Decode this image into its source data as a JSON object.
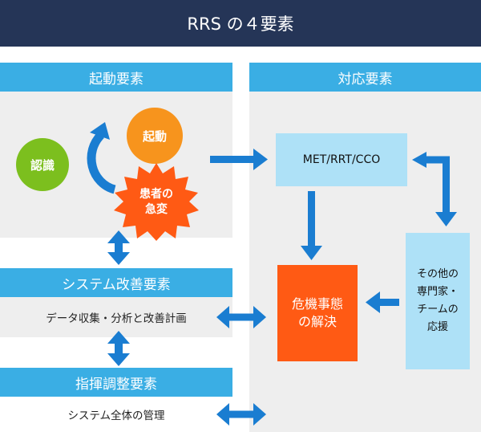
{
  "title": "RRS の４要素",
  "panels": {
    "kido": {
      "label": "起動要素"
    },
    "taio": {
      "label": "対応要素"
    },
    "system": {
      "label": "システム改善要素",
      "detail": "データ収集・分析と改善計画"
    },
    "shiki": {
      "label": "指揮調整要素",
      "detail": "システム全体の管理"
    }
  },
  "nodes": {
    "ninshiki": "認識",
    "kido": "起動",
    "kyuhen_line1": "患者の",
    "kyuhen_line2": "急変",
    "met": "MET/RRT/CCO",
    "kiki_line1": "危機事態",
    "kiki_line2": "の解決",
    "senmon_line1": "その他の",
    "senmon_line2": "専門家・",
    "senmon_line3": "チームの",
    "senmon_line4": "応援"
  },
  "colors": {
    "title_bg": "#253557",
    "panel_header": "#3aaee4",
    "panel_bg": "#eeeeee",
    "arrow": "#1a7dd1",
    "green": "#7cbf1e",
    "orange_circle": "#f7941d",
    "burst": "#ff5a14",
    "light_box": "#aee1f7",
    "orange_box": "#ff5a14"
  }
}
